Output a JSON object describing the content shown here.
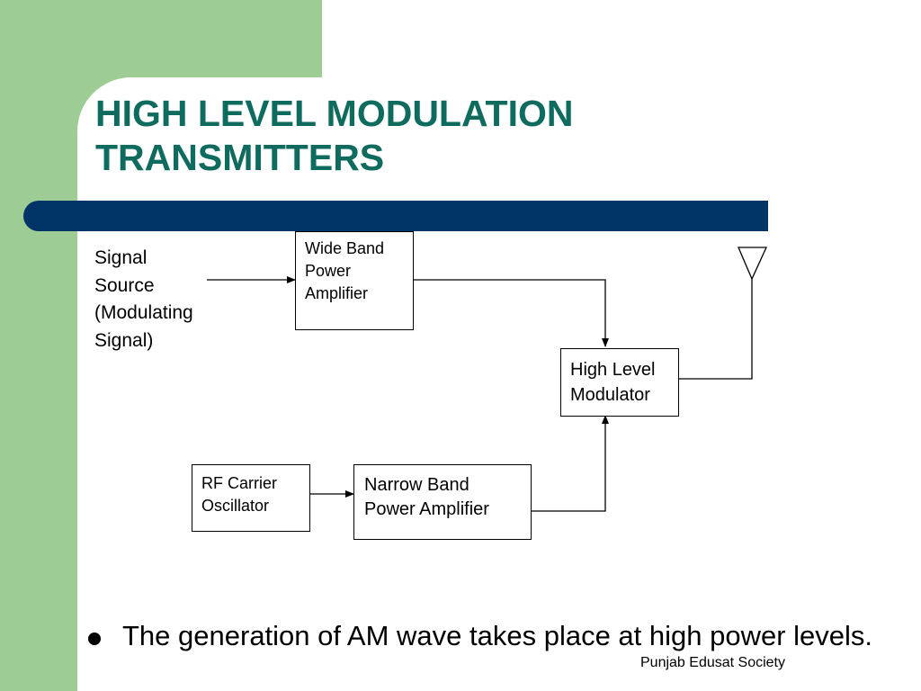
{
  "slide": {
    "title_line1": "HIGH LEVEL MODULATION",
    "title_line2": "TRANSMITTERS"
  },
  "colors": {
    "green_panel": "#9dcc94",
    "title_teal": "#0e6b5e",
    "bar_navy": "#003466"
  },
  "diagram": {
    "signal_source": [
      "Signal",
      "Source",
      "(Modulating",
      "Signal)"
    ],
    "wide_band": [
      "Wide Band",
      "Power",
      "Amplifier"
    ],
    "high_level": [
      "High Level",
      "Modulator"
    ],
    "rf_carrier": [
      "RF Carrier",
      "Oscillator"
    ],
    "narrow_band": [
      "Narrow Band",
      "Power Amplifier"
    ],
    "antenna_icon": "antenna-triangle-icon"
  },
  "bullet": {
    "text": "The generation of AM wave takes place at high power levels."
  },
  "footer": {
    "text": "Punjab Edusat Society"
  }
}
